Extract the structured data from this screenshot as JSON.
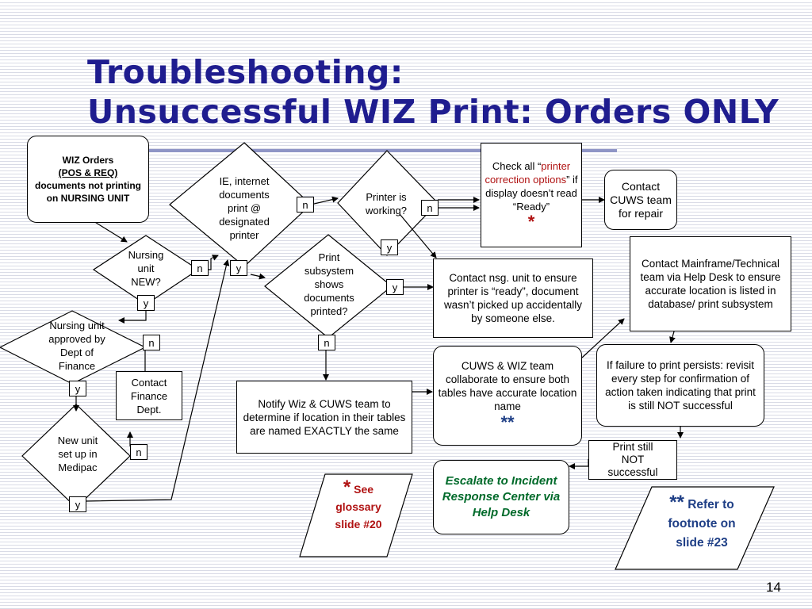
{
  "title": {
    "line1": "Troubleshooting:",
    "line2": "Unsuccessful WIZ Print: Orders ONLY"
  },
  "nodes": {
    "start": {
      "line1": "WIZ Orders",
      "line2": "(POS & REQ)",
      "line3": "documents not printing on NURSING UNIT"
    },
    "nursing_new": "Nursing unit NEW?",
    "approved": "Nursing unit approved by Dept of Finance",
    "contact_finance": "Contact Finance Dept.",
    "new_unit_setup": "New unit set up in Medipac",
    "ie_docs": "IE, internet documents print @ designated printer",
    "printer_working": "Printer is working?",
    "print_subsystem": "Print subsystem shows documents printed?",
    "check_all": {
      "pre": "Check all “",
      "red": "printer correction options",
      "post": "” if display doesn’t read “Ready”",
      "star": "*"
    },
    "contact_cuws_repair": "Contact CUWS team for repair",
    "contact_nsg": "Contact nsg. unit to ensure printer is “ready”, document wasn’t picked up accidentally by someone else.",
    "contact_mainframe": "Contact Mainframe/Technical team via Help Desk to ensure accurate location is listed in database/ print subsystem",
    "notify_wiz": "Notify Wiz & CUWS team to determine if location in their tables are named EXACTLY the same",
    "cuws_wiz_collab": {
      "text": "CUWS & WIZ  team collaborate to ensure both tables have accurate location name",
      "stars": "**"
    },
    "failure_persists": "If failure to print persists: revisit every step for confirmation of action taken indicating that print is still NOT successful",
    "print_still": "Print still NOT successful",
    "escalate": "Escalate to Incident Response Center via Help Desk",
    "see_glossary": {
      "star": "*",
      "text": "See glossary slide #20"
    },
    "refer_footnote": {
      "stars": "**",
      "text1": "Refer to",
      "text2": "footnote on slide #23"
    }
  },
  "labels": {
    "nursing_new_n": "n",
    "nursing_new_y": "y",
    "approved_n": "n",
    "approved_y": "y",
    "new_unit_n": "n",
    "new_unit_y": "y",
    "ie_n": "n",
    "ie_y": "y",
    "printer_n": "n",
    "printer_y": "y",
    "subsystem_y": "y",
    "subsystem_n": "n"
  },
  "page_number": "14",
  "colors": {
    "title": "#1f1d8f",
    "red": "#b01212",
    "green": "#006a2a",
    "navy": "#1f3f86"
  }
}
